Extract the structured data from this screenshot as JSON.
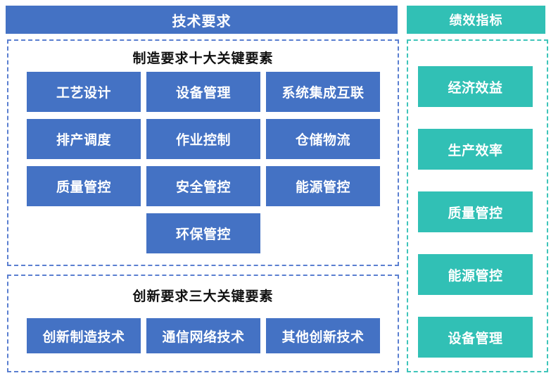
{
  "headers": {
    "technical": "技术要求",
    "performance": "绩效指标"
  },
  "manufacturing": {
    "title": "制造要求十大关键要素",
    "items": [
      "工艺设计",
      "设备管理",
      "系统集成互联",
      "排产调度",
      "作业控制",
      "仓储物流",
      "质量管控",
      "安全管控",
      "能源管控",
      "环保管控"
    ]
  },
  "innovation": {
    "title": "创新要求三大关键要素",
    "items": [
      "创新制造技术",
      "通信网络技术",
      "其他创新技术"
    ]
  },
  "performance": {
    "items": [
      "经济效益",
      "生产效率",
      "质量管控",
      "能源管控",
      "设备管理"
    ]
  },
  "colors": {
    "blue": "#4472C4",
    "blue_dash": "#5B7FD0",
    "green": "#31C0B5",
    "green_dash": "#3FC5BA",
    "title_text": "#111111",
    "box_text": "#FFFFFF",
    "background": "#FFFFFF"
  }
}
